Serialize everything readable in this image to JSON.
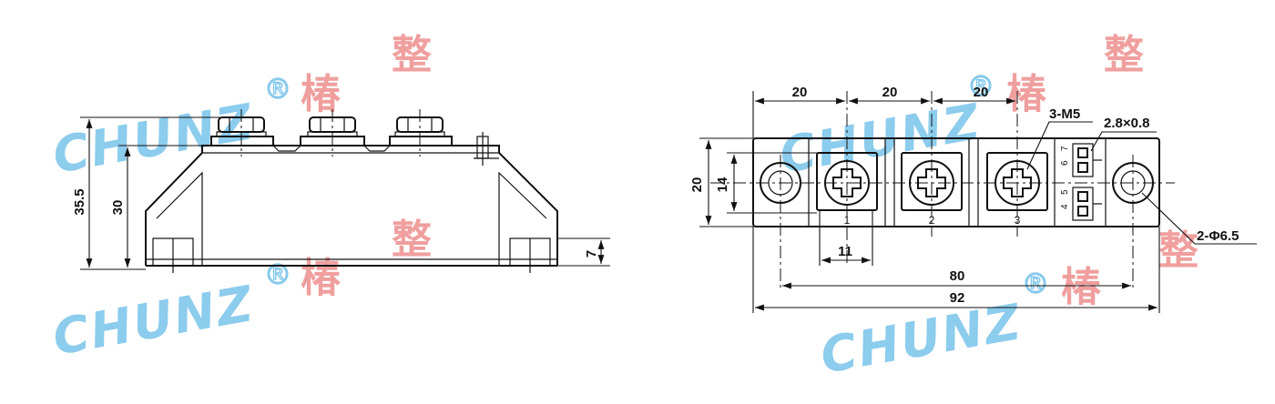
{
  "watermark": {
    "brand": "CHUNZ",
    "registered": "®",
    "cn_char_1": "椿",
    "cn_char_2": "整"
  },
  "side_view": {
    "dim_total_height": "35.5",
    "dim_body_height": "30",
    "dim_base": "7"
  },
  "top_view": {
    "dim_pitch_left": "20",
    "dim_pitch_mid": "20",
    "dim_pitch_right": "20",
    "dim_height_outer": "20",
    "dim_height_inner": "14",
    "dim_terminal_width": "11",
    "dim_hole_spacing": "80",
    "dim_total_length": "92",
    "label_screws": "3-M5",
    "label_tab": "2.8×0.8",
    "label_holes": "2-Φ6.5",
    "terminal_1": "1",
    "terminal_2": "2",
    "terminal_3": "3",
    "aux_6": "6",
    "aux_7": "7",
    "aux_4": "4",
    "aux_5": "5"
  },
  "colors": {
    "watermark_blue": "#2fa3e0",
    "watermark_red": "#e2514f",
    "line": "#111111"
  }
}
